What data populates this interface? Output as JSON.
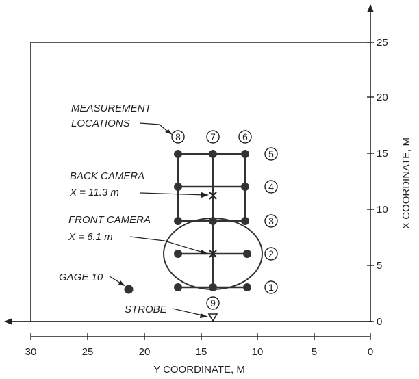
{
  "axes": {
    "x_axis_label": "Y COORDINATE, M",
    "y_axis_label": "X COORDINATE, M",
    "x_ticks": [
      "30",
      "25",
      "20",
      "15",
      "10",
      "5",
      "0"
    ],
    "y_ticks": [
      "0",
      "5",
      "10",
      "15",
      "20",
      "25"
    ]
  },
  "annotations": {
    "measurement_line1": "MEASUREMENT",
    "measurement_line2": "LOCATIONS",
    "back_camera_line1": "BACK CAMERA",
    "back_camera_line2": "X = 11.3 m",
    "front_camera_line1": "FRONT CAMERA",
    "front_camera_line2": "X = 6.1 m",
    "gage": "GAGE 10",
    "strobe": "STROBE"
  },
  "location_numbers": {
    "loc1": "1",
    "loc2": "2",
    "loc3": "3",
    "loc4": "4",
    "loc5": "5",
    "loc6": "6",
    "loc7": "7",
    "loc8": "8",
    "loc9": "9"
  }
}
